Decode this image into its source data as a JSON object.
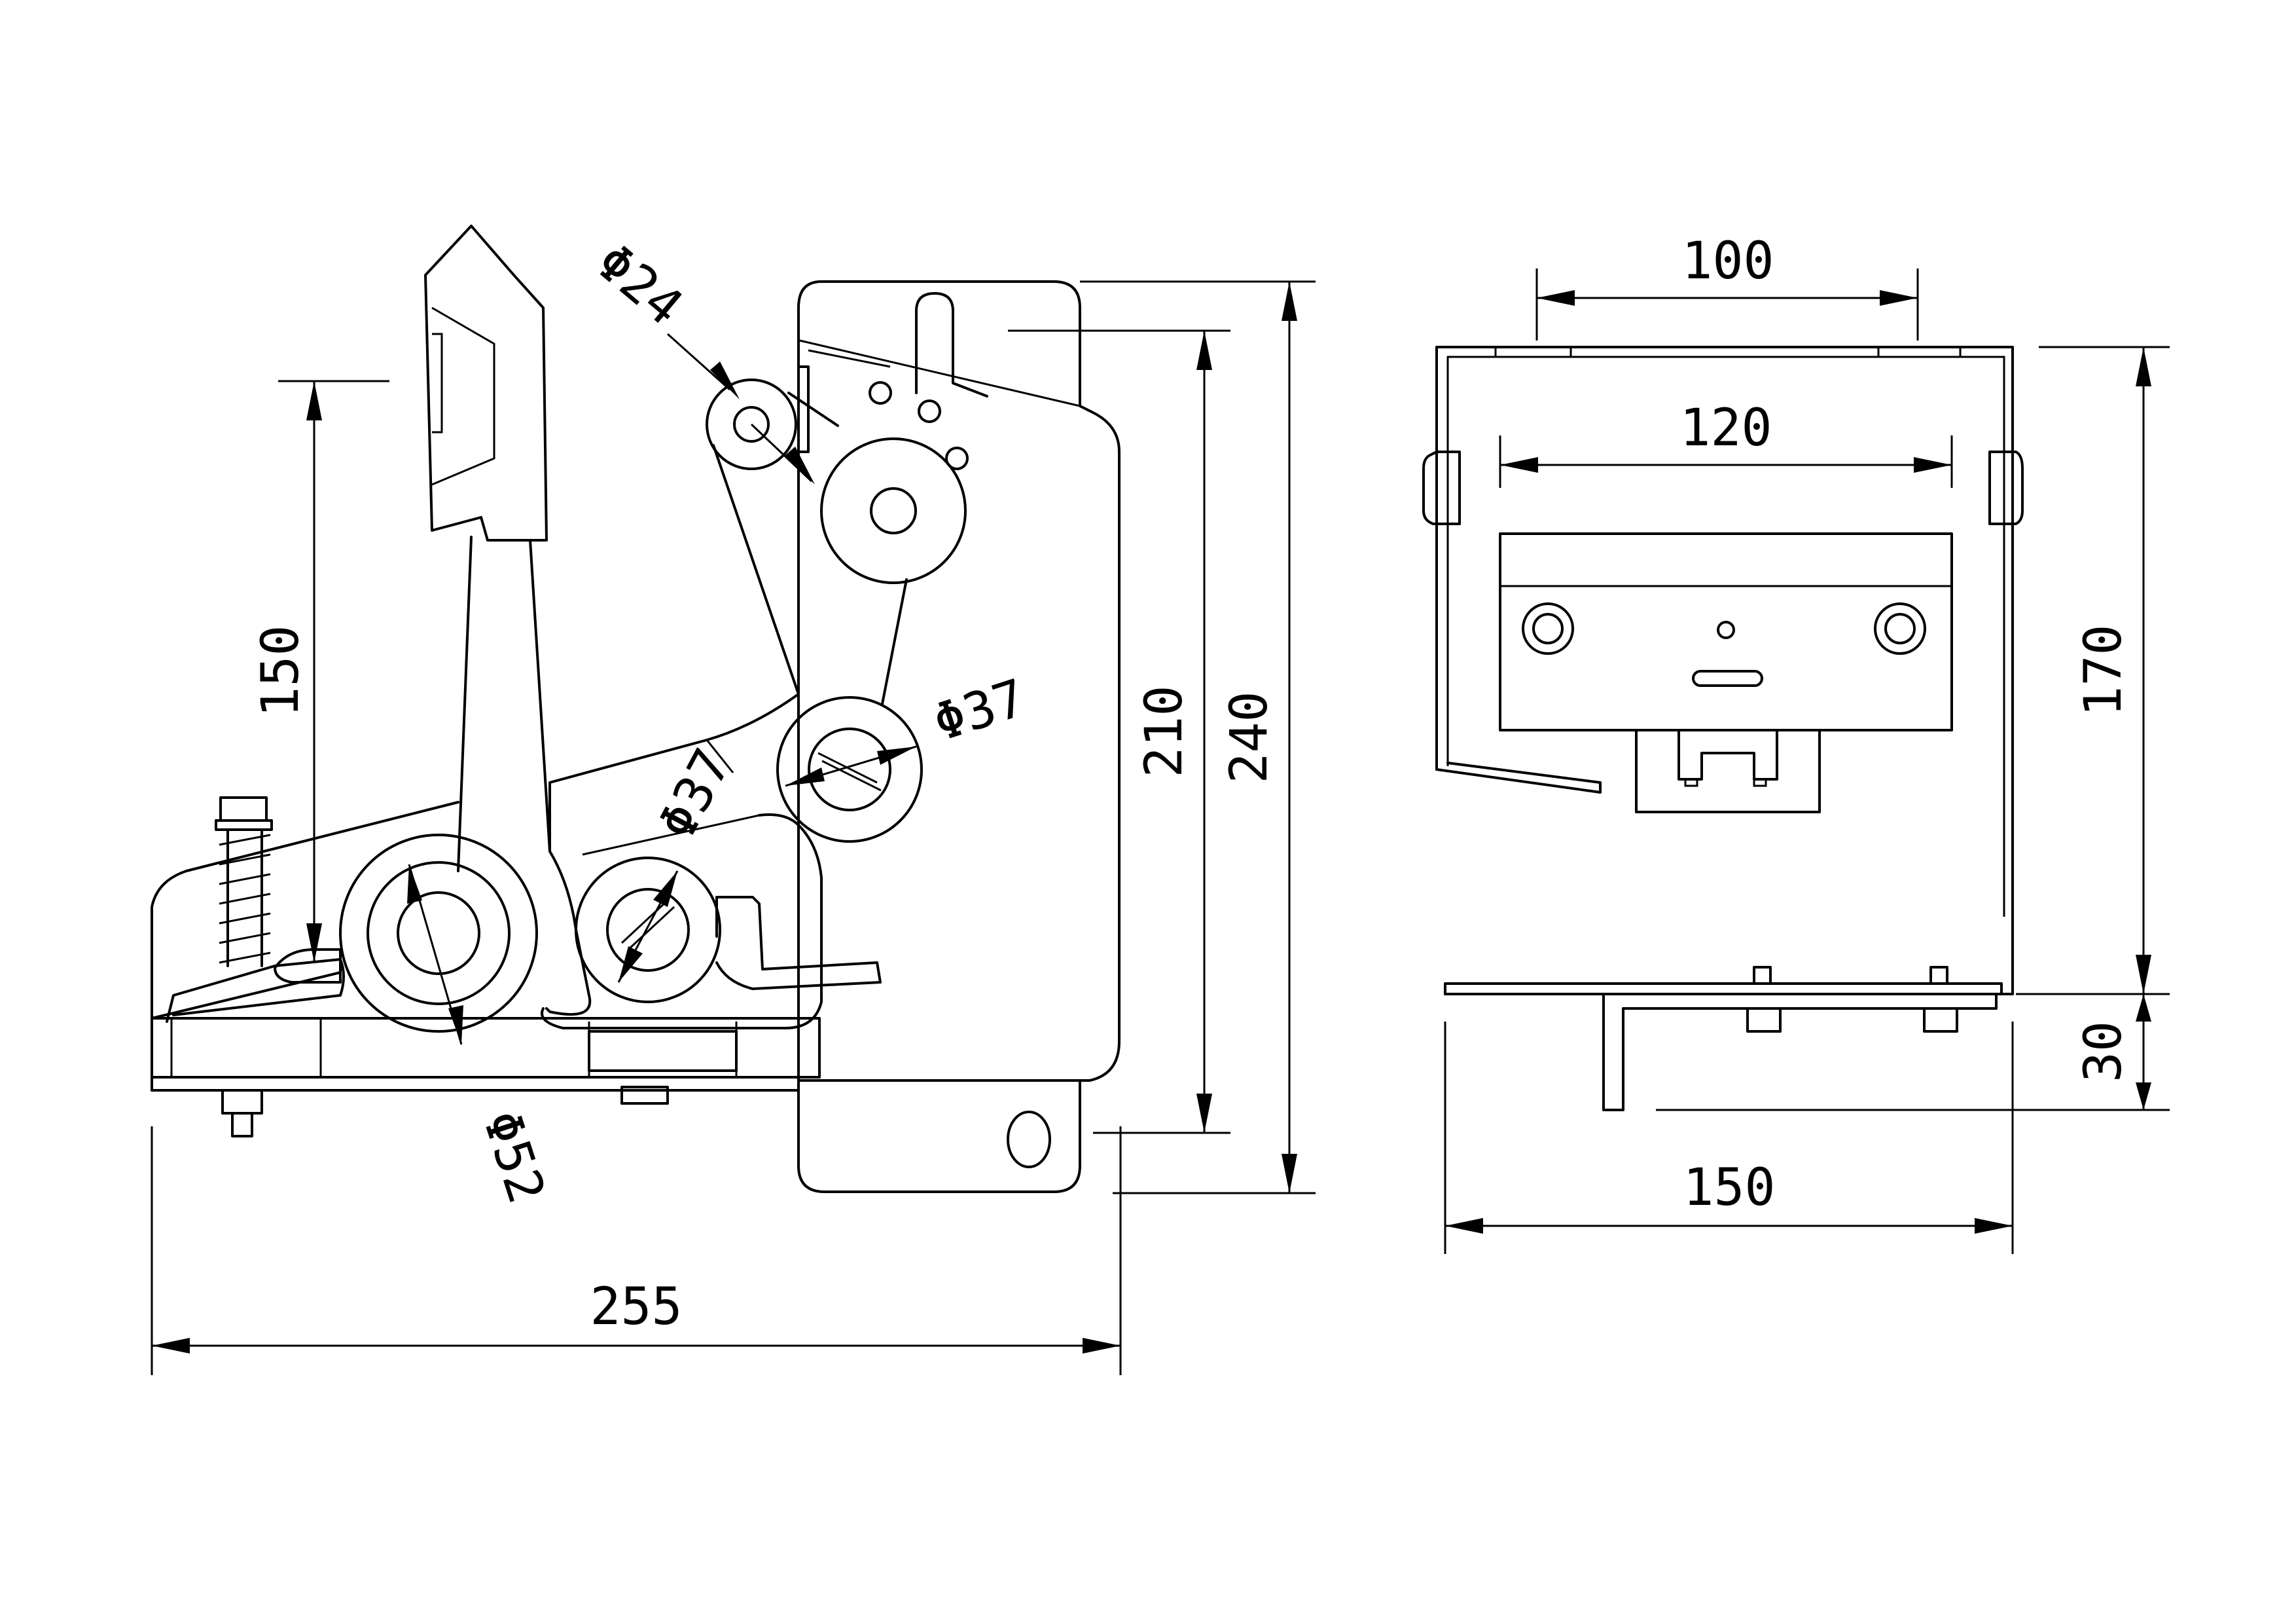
{
  "dimensions": {
    "side_view": {
      "overall_width": "255",
      "height_240": "240",
      "height_210": "210",
      "lever_height": "150",
      "dia_24": "Φ24",
      "dia_37_right": "Φ37",
      "dia_37_left": "Φ37",
      "dia_52": "Φ52"
    },
    "front_view": {
      "top_width": "100",
      "inner_width": "120",
      "height_170": "170",
      "height_30": "30",
      "base_width": "150"
    }
  }
}
